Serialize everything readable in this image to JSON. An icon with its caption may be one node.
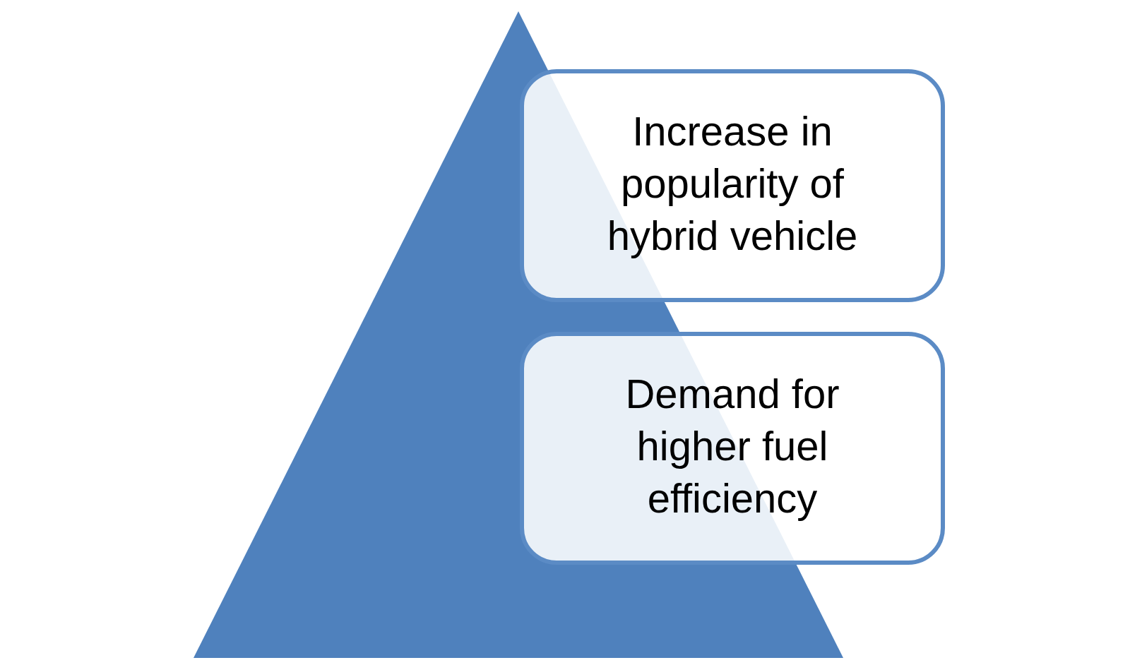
{
  "diagram": {
    "nodes": [
      {
        "text": [],
        "shape": "triangle"
      },
      {
        "text": [
          "Increase in popularity of hybrid vehicle"
        ]
      },
      {
        "text": [
          "Demand for higher fuel efficiency"
        ]
      }
    ]
  }
}
